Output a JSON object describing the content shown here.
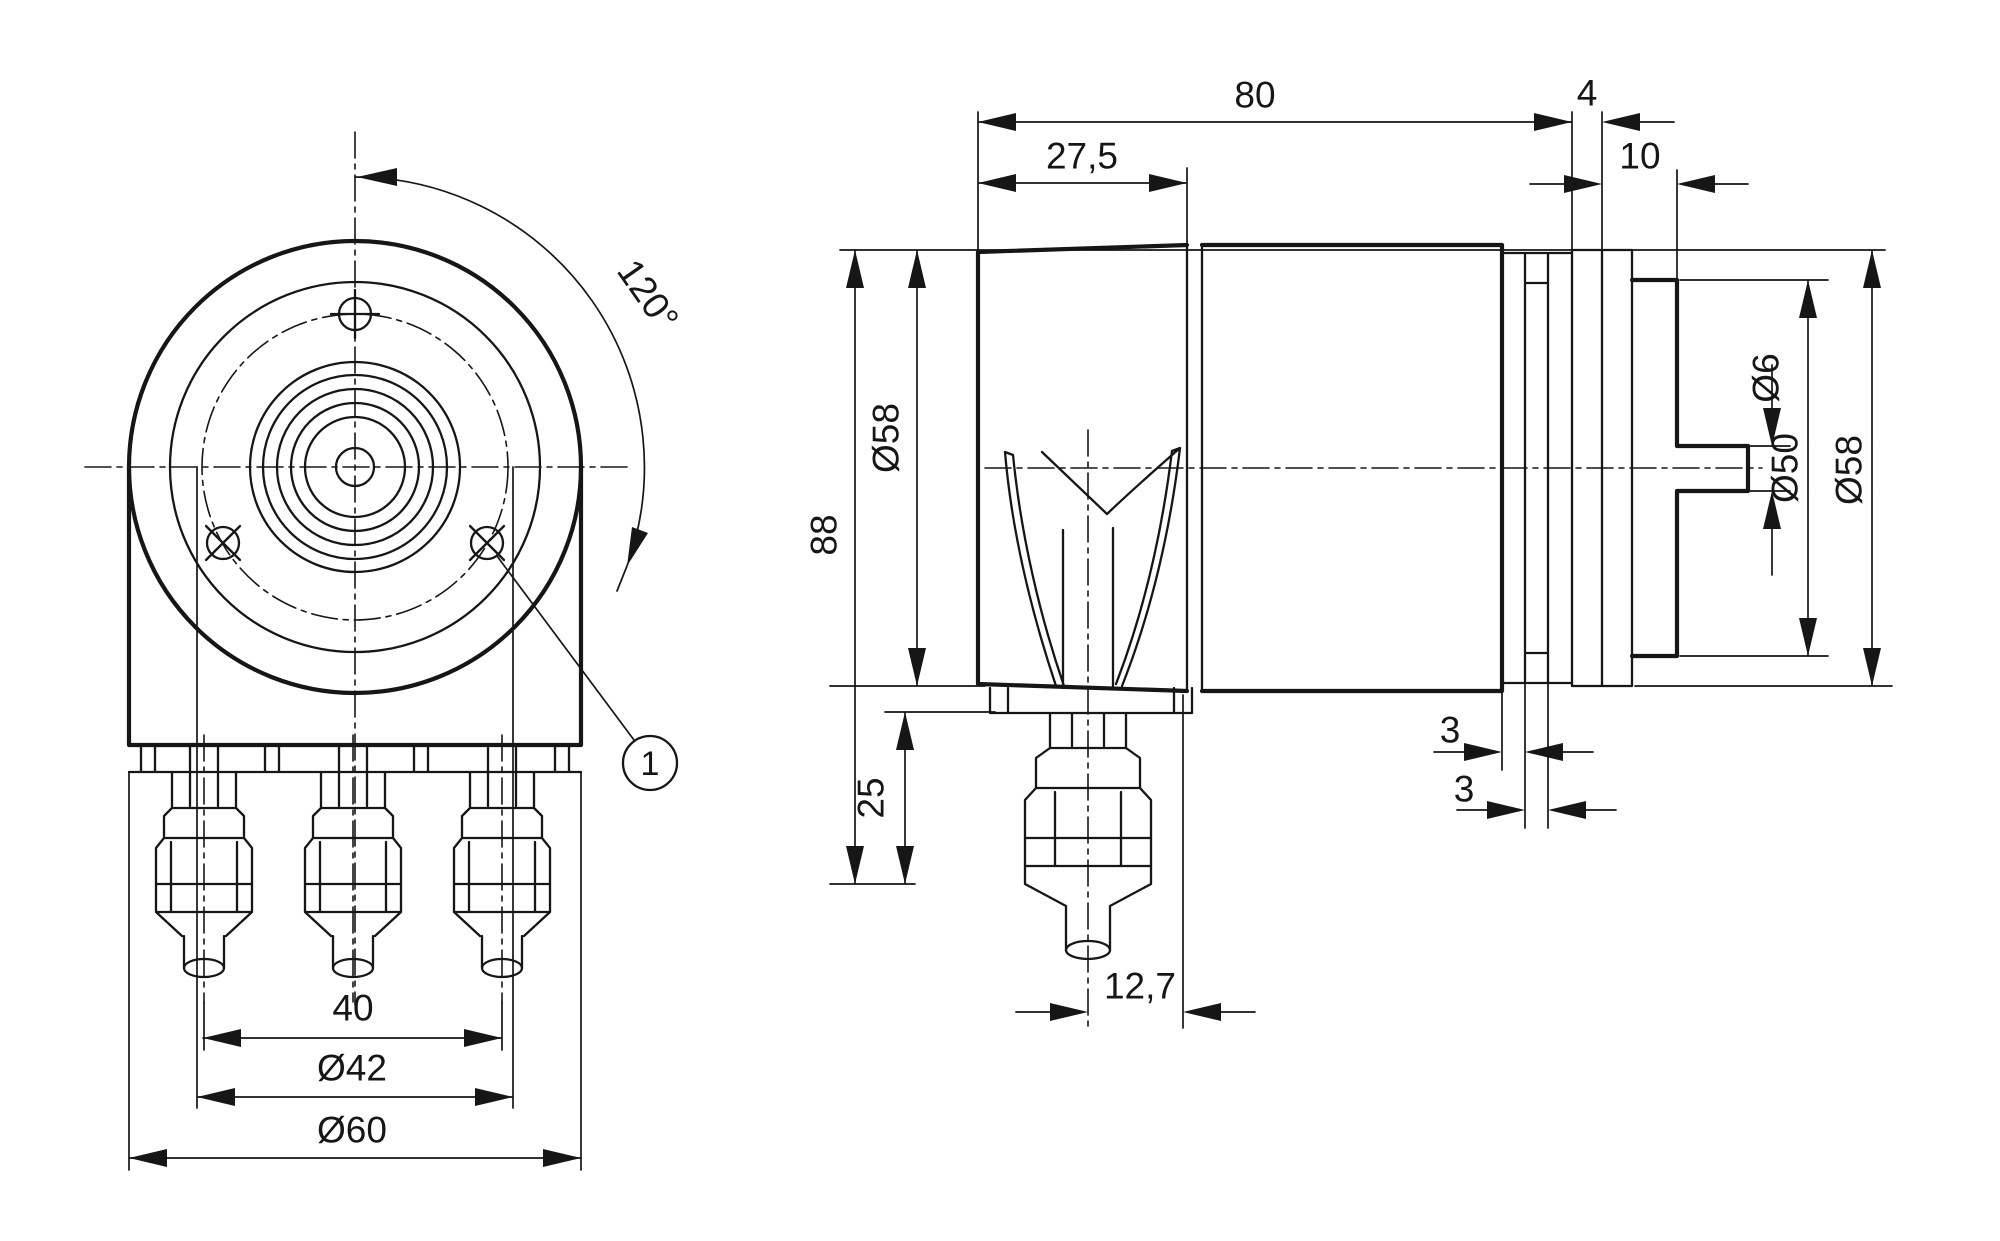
{
  "page": {
    "background": "#ffffff",
    "line_color": "#161616"
  },
  "front_view": {
    "angle_label": "120°",
    "balloon_label": "1",
    "gland_spacing": "40",
    "bolt_circle_diameter": "Ø42",
    "outer_diameter": "Ø60"
  },
  "side_view": {
    "overall_length": "80",
    "cable_exit_offset": "27,5",
    "flange_thickness": "4",
    "shaft_length": "10",
    "body_diameter_left": "Ø58",
    "overall_height": "88",
    "gland_height": "25",
    "shaft_diameter": "Ø6",
    "boss_diameter": "Ø50",
    "flange_diameter_right": "Ø58",
    "groove_offset": "3",
    "groove_width": "3",
    "cable_center_offset": "12,7"
  }
}
